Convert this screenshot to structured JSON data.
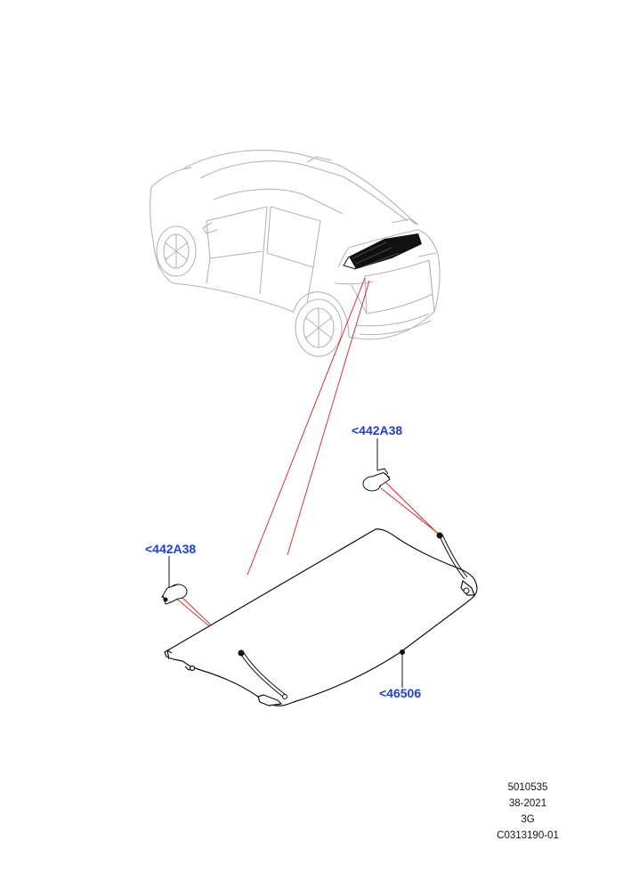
{
  "callouts": {
    "clip_top": "<442A38",
    "clip_left": "<442A38",
    "panel": "<46506"
  },
  "reference": {
    "line1": "5010535",
    "line2": "38-2021",
    "line3": "3G",
    "line4": "C0313190-01"
  },
  "colors": {
    "callout": "#1f3fd6",
    "leader_red": "#d61f1f",
    "car_outline": "#b5b5b5",
    "part_outline": "#111111"
  }
}
